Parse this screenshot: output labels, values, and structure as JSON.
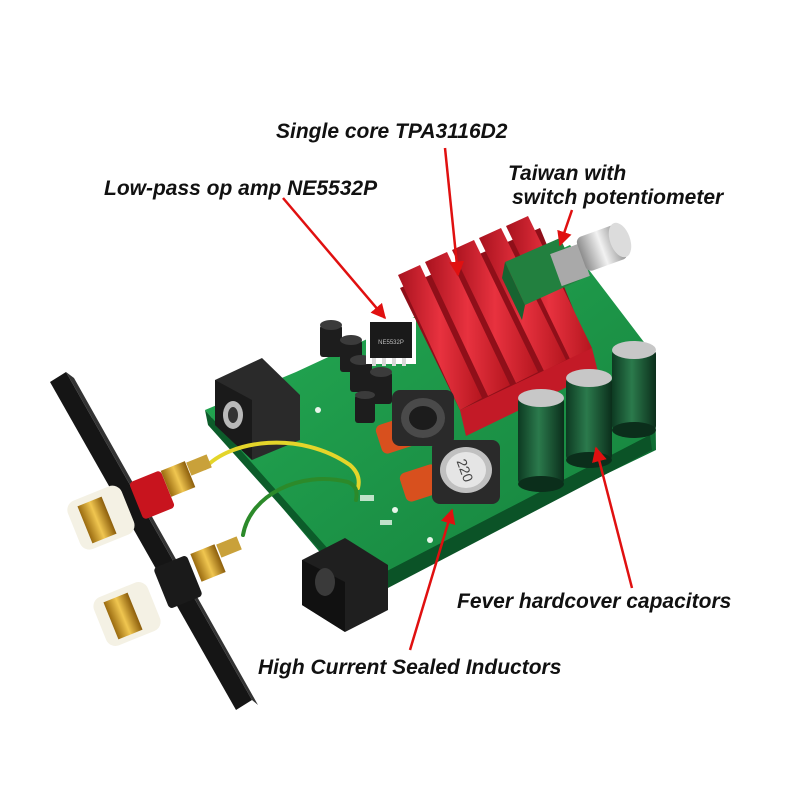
{
  "callouts": {
    "tpa": "Single core TPA3116D2",
    "opamp": "Low-pass op amp NE5532P",
    "pot_line1": "Taiwan with",
    "pot_line2": "switch potentiometer",
    "caps": "Fever hardcover capacitors",
    "inductors": "High Current Sealed Inductors"
  },
  "parts": {
    "inductor_marking": "220",
    "opamp_marking": "NE5532P"
  },
  "colors": {
    "background": "#ffffff",
    "pcb": "#1f9a4a",
    "heatsink": "#d81e2c",
    "arrow": "#e01010",
    "text": "#111111"
  }
}
